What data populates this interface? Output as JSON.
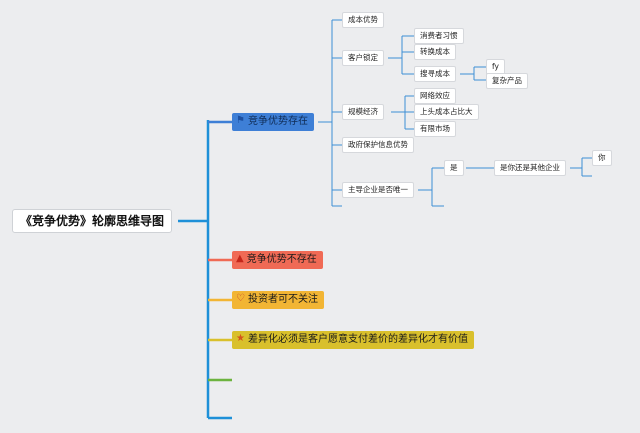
{
  "root": {
    "title": "《竞争优势》轮廓思维导图"
  },
  "branches": {
    "exists": {
      "label": "竞争优势存在",
      "color": "#3e7fd6",
      "icon": "flag-icon"
    },
    "not_exists": {
      "label": "竞争优势不存在",
      "color": "#f06a55",
      "icon": "fire-icon"
    },
    "ignore": {
      "label": "投资者可不关注",
      "color": "#f2b534",
      "icon": "heart-icon"
    },
    "differentiation": {
      "label": "差异化必须是客户愿意支付差价的差异化才有价值",
      "color": "#d9c02c",
      "icon": "star-icon"
    }
  },
  "exists_children": {
    "cost": "成本优势",
    "lock": "客户锁定",
    "scale": "规模经济",
    "gov": "政府保护信息优势",
    "dominant": "主导企业是否唯一"
  },
  "lock_children": {
    "habit": "消费者习惯",
    "switch": "转换成本",
    "search": "搜寻成本",
    "search_children": {
      "fy": "fy",
      "complex": "复杂产品"
    }
  },
  "scale_children": {
    "network": "网络效应",
    "fixed_cost": "上头成本占比大",
    "limited": "有限市场"
  },
  "dominant_children": {
    "yes": "是",
    "other": "是你还是其他企业",
    "you": "你"
  },
  "colors": {
    "root_line": "#1e90d8",
    "branch_line": "#2f7fc9",
    "child_line": "#3d8fd6",
    "green_line": "#6cb33f"
  }
}
